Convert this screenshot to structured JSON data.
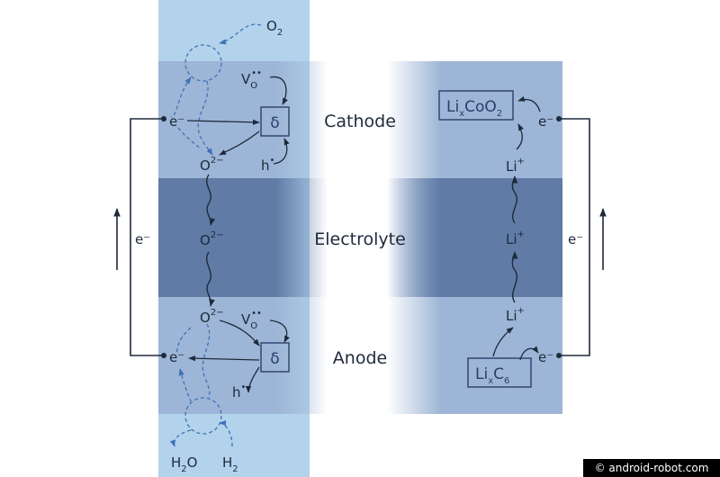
{
  "layers": {
    "cathode": "Cathode",
    "electrolyte": "Electrolyte",
    "anode": "Anode"
  },
  "left_cell": {
    "gas_top": "O",
    "gas_top_sub": "2",
    "cathode_box": "δ",
    "anode_box": "δ",
    "electron": "e⁻",
    "oxygen_ion": "O",
    "oxygen_ion_sup": "2−",
    "vacancy": "V",
    "vacancy_sub": "O",
    "vacancy_sup": "••",
    "hole": "h",
    "hole_sup": "•",
    "water": "H",
    "water_sub": "2",
    "water_tail": "O",
    "hydrogen": "H",
    "hydrogen_sub": "2",
    "circuit_electron": "e⁻"
  },
  "right_cell": {
    "cathode_box": "Li",
    "cathode_box_sub": "x",
    "cathode_box_tail": "CoO",
    "cathode_box_sub2": "2",
    "anode_box": "Li",
    "anode_box_sub": "x",
    "anode_box_tail": "C",
    "anode_box_sub2": "6",
    "lithium_ion": "Li",
    "lithium_ion_sup": "+",
    "electron": "e⁻",
    "circuit_electron": "e⁻"
  },
  "colors": {
    "gas_zone": "#b3d3ec",
    "cathode_layer": "#9db5d6",
    "electrolyte_layer": "#5f7ba6",
    "anode_layer": "#9db5d6",
    "line": "#1e2a3c",
    "dashed": "#3f72b8"
  },
  "watermark": "© android-robot.com"
}
